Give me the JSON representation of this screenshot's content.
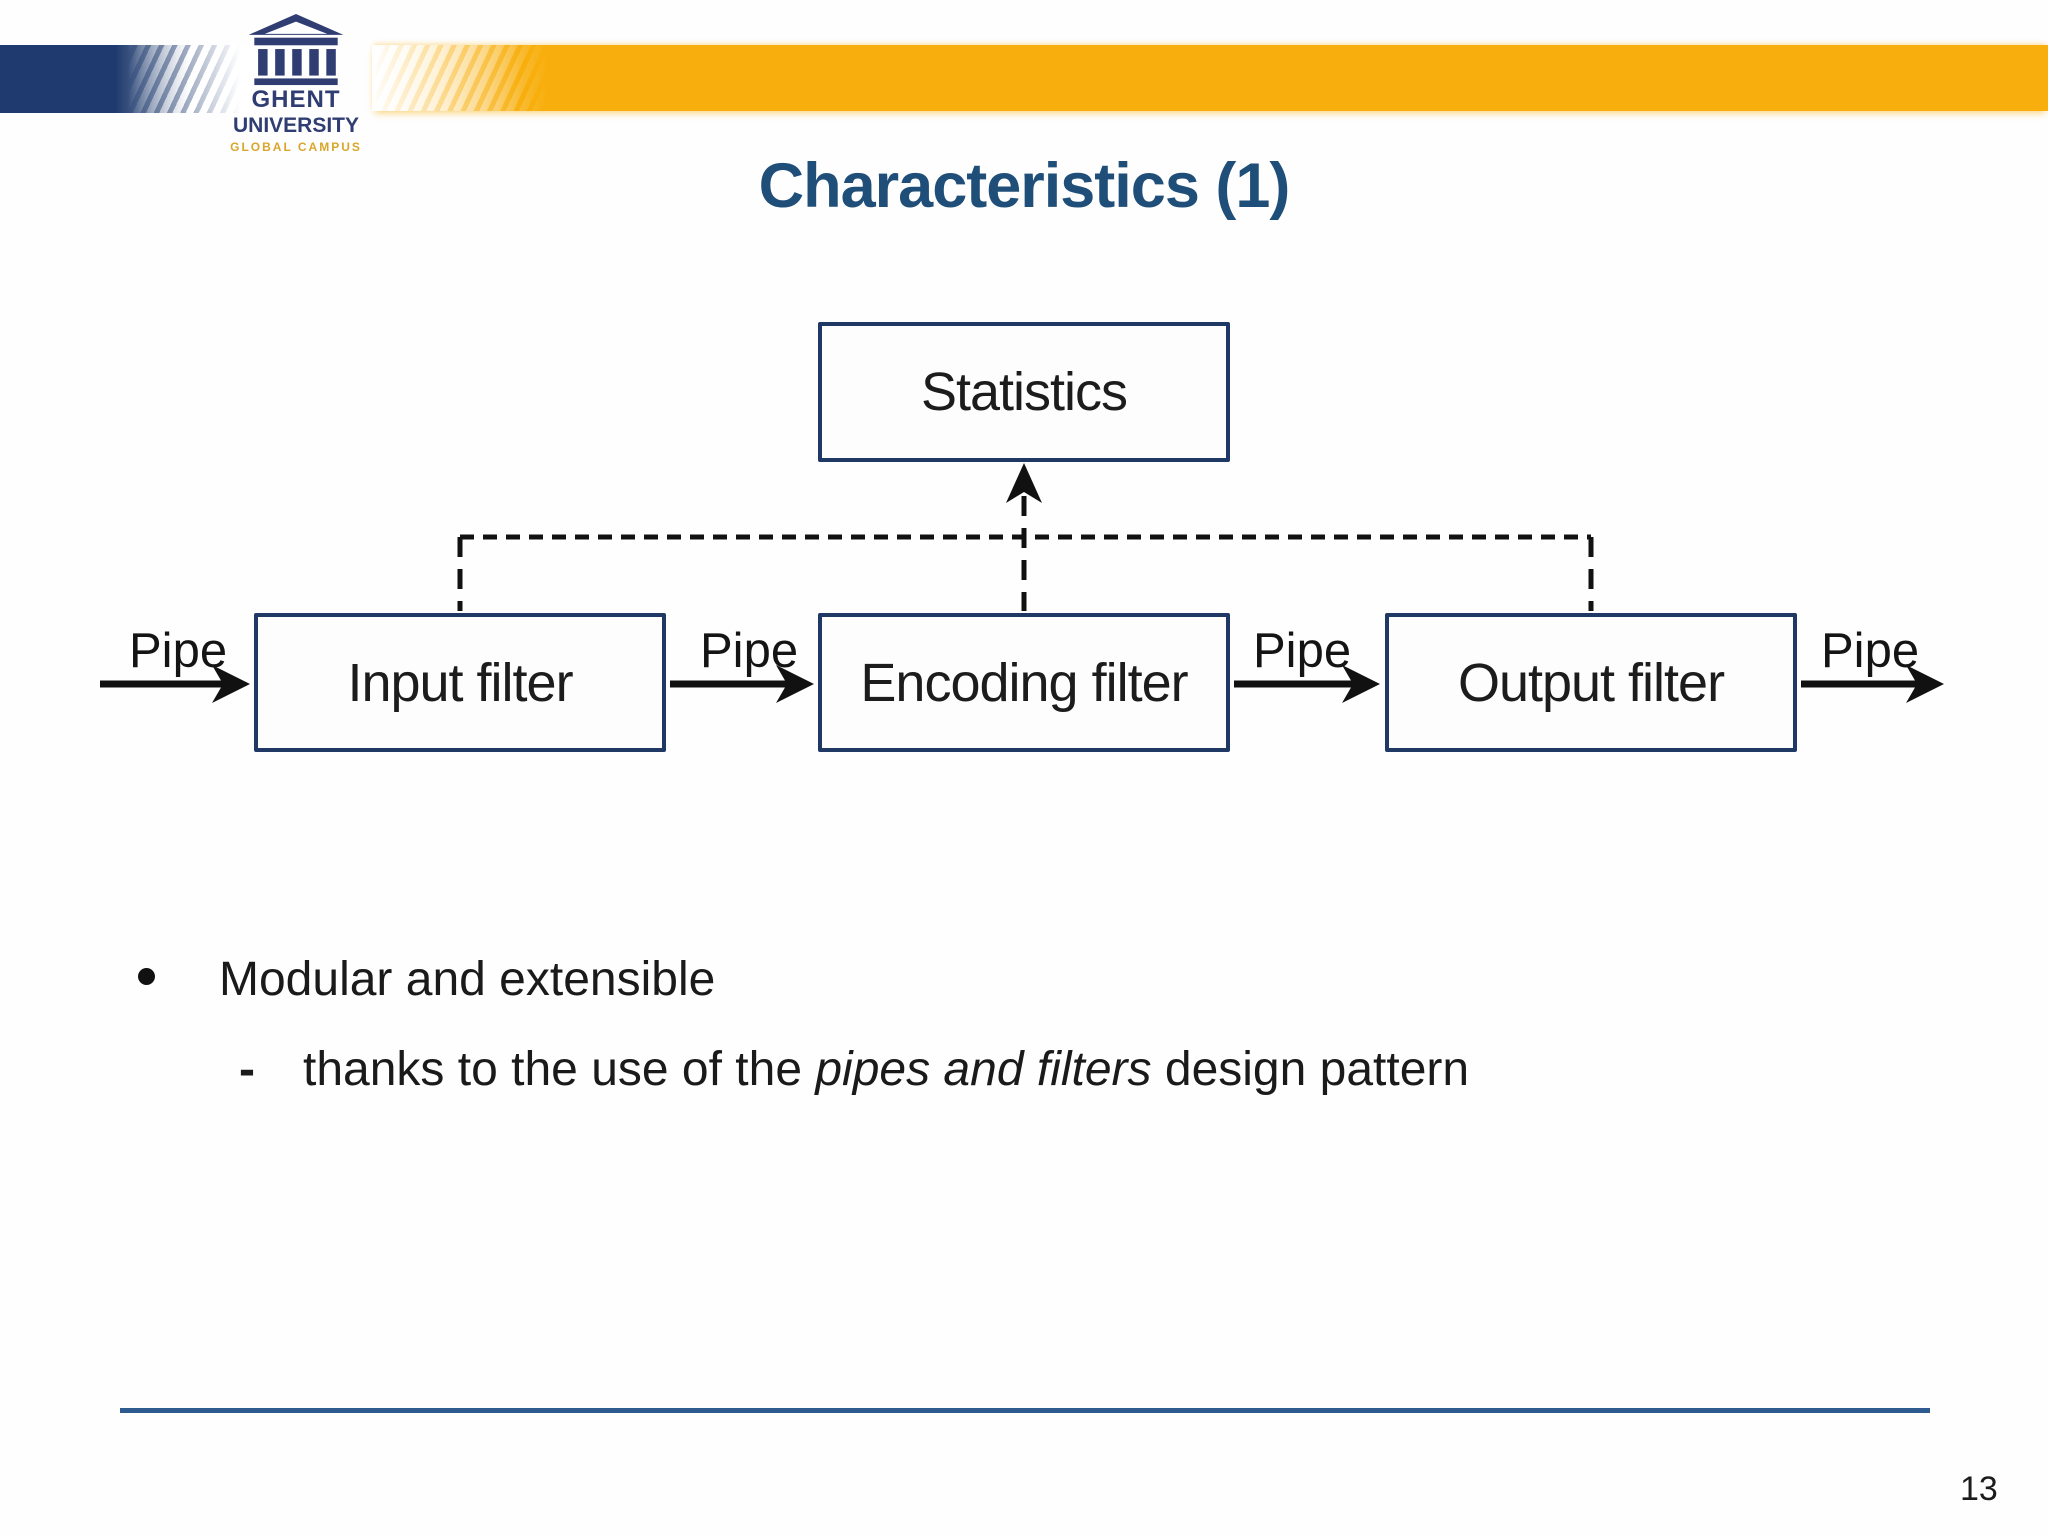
{
  "slide": {
    "title": "Characteristics (1)",
    "page_number": "13"
  },
  "logo": {
    "line1": "GHENT",
    "line2": "UNIVERSITY",
    "line3": "GLOBAL CAMPUS"
  },
  "diagram": {
    "statistics_label": "Statistics",
    "filters": [
      "Input filter",
      "Encoding filter",
      "Output filter"
    ],
    "pipe_labels": [
      "Pipe",
      "Pipe",
      "Pipe",
      "Pipe"
    ],
    "flow": "Pipe -> Input filter -> Pipe -> Encoding filter -> Pipe -> Output filter -> Pipe; all three filters report (dashed) to Statistics"
  },
  "bullets": {
    "main": "Modular and extensible",
    "sub_marker": "-",
    "sub_prefix": "thanks to the use of the ",
    "sub_italic": "pipes and filters",
    "sub_suffix": " design pattern"
  },
  "colors": {
    "title_blue": "#1f4e79",
    "box_border_navy": "#1f3864",
    "brand_gold": "#f8af0d",
    "brand_navy": "#1e3a6e",
    "footer_line_blue": "#2e5b8f",
    "connector_black": "#111111"
  }
}
